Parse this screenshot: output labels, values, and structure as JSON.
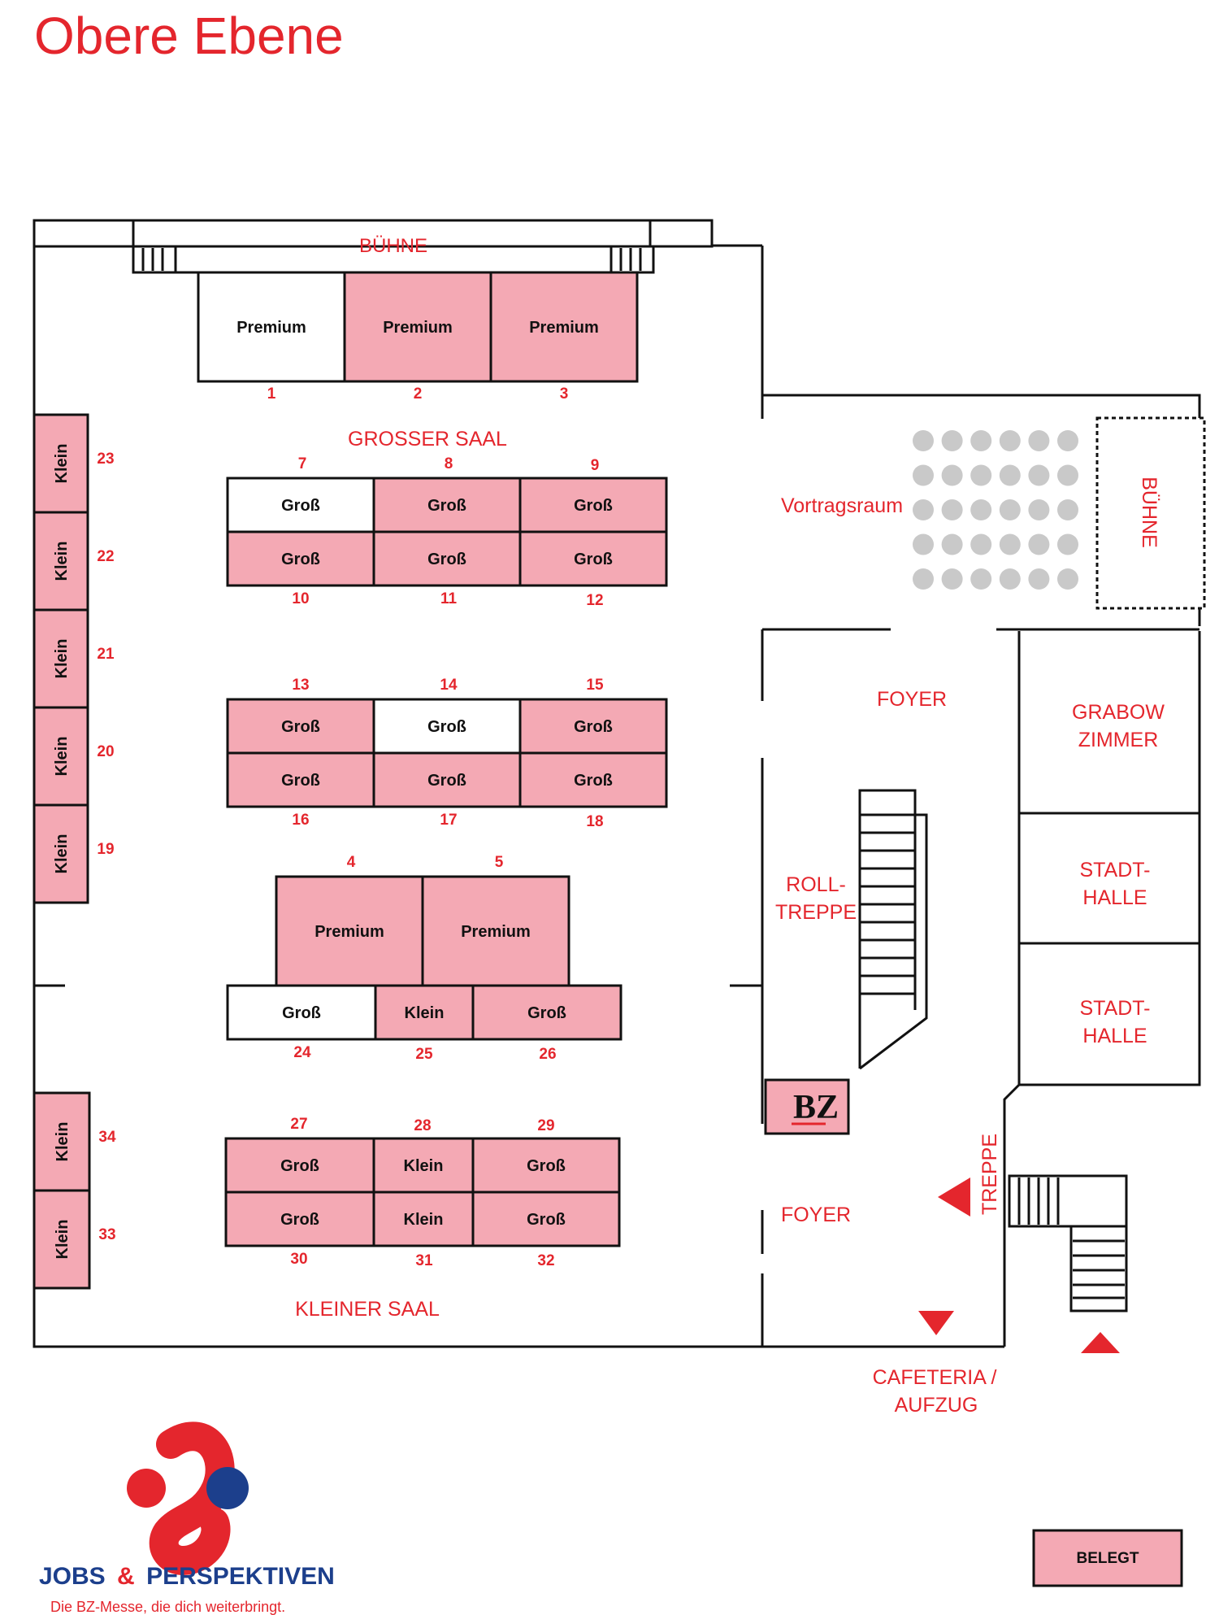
{
  "title": "Obere Ebene",
  "colors": {
    "accent": "#e4262d",
    "occupied": "#f4a9b4",
    "free": "#ffffff",
    "line": "#111111",
    "seat": "#c9c9c9",
    "brand_blue": "#1c3f8c"
  },
  "rooms": {
    "stage_main": "BÜHNE",
    "grosser_saal": "GROSSER SAAL",
    "kleiner_saal": "KLEINER SAAL",
    "vortragsraum": "Vortragsraum",
    "stage_vortrag": "BÜHNE",
    "foyer_top": "FOYER",
    "foyer_bottom": "FOYER",
    "grabow_1": "GRABOW",
    "grabow_2": "ZIMMER",
    "stadthalle_a1": "STADT-",
    "stadthalle_a2": "HALLE",
    "stadthalle_b1": "STADT-",
    "stadthalle_b2": "HALLE",
    "rolltreppe_1": "ROLL-",
    "rolltreppe_2": "TREPPE",
    "treppe": "TREPPE",
    "cafeteria_1": "CAFETERIA /",
    "cafeteria_2": "AUFZUG"
  },
  "booths": [
    {
      "num": "1",
      "type": "Premium",
      "occupied": false
    },
    {
      "num": "2",
      "type": "Premium",
      "occupied": true
    },
    {
      "num": "3",
      "type": "Premium",
      "occupied": true
    },
    {
      "num": "4",
      "type": "Premium",
      "occupied": true
    },
    {
      "num": "5",
      "type": "Premium",
      "occupied": true
    },
    {
      "num": "7",
      "type": "Groß",
      "occupied": false
    },
    {
      "num": "8",
      "type": "Groß",
      "occupied": true
    },
    {
      "num": "9",
      "type": "Groß",
      "occupied": true
    },
    {
      "num": "10",
      "type": "Groß",
      "occupied": true
    },
    {
      "num": "11",
      "type": "Groß",
      "occupied": true
    },
    {
      "num": "12",
      "type": "Groß",
      "occupied": true
    },
    {
      "num": "13",
      "type": "Groß",
      "occupied": true
    },
    {
      "num": "14",
      "type": "Groß",
      "occupied": false
    },
    {
      "num": "15",
      "type": "Groß",
      "occupied": true
    },
    {
      "num": "16",
      "type": "Groß",
      "occupied": true
    },
    {
      "num": "17",
      "type": "Groß",
      "occupied": true
    },
    {
      "num": "18",
      "type": "Groß",
      "occupied": true
    },
    {
      "num": "19",
      "type": "Klein",
      "occupied": true
    },
    {
      "num": "20",
      "type": "Klein",
      "occupied": true
    },
    {
      "num": "21",
      "type": "Klein",
      "occupied": true
    },
    {
      "num": "22",
      "type": "Klein",
      "occupied": true
    },
    {
      "num": "23",
      "type": "Klein",
      "occupied": true
    },
    {
      "num": "24",
      "type": "Groß",
      "occupied": false
    },
    {
      "num": "25",
      "type": "Klein",
      "occupied": true
    },
    {
      "num": "26",
      "type": "Groß",
      "occupied": true
    },
    {
      "num": "27",
      "type": "Groß",
      "occupied": true
    },
    {
      "num": "28",
      "type": "Klein",
      "occupied": true
    },
    {
      "num": "29",
      "type": "Groß",
      "occupied": true
    },
    {
      "num": "30",
      "type": "Groß",
      "occupied": true
    },
    {
      "num": "31",
      "type": "Klein",
      "occupied": true
    },
    {
      "num": "32",
      "type": "Groß",
      "occupied": true
    },
    {
      "num": "33",
      "type": "Klein",
      "occupied": true
    },
    {
      "num": "34",
      "type": "Klein",
      "occupied": true
    }
  ],
  "bz_logo": "BZ",
  "legend": {
    "belegt": "BELEGT"
  },
  "brand": {
    "name_part1": "JOBS",
    "amp": "&",
    "name_part2": "PERSPEKTIVEN",
    "tagline": "Die BZ-Messe, die dich weiterbringt."
  }
}
